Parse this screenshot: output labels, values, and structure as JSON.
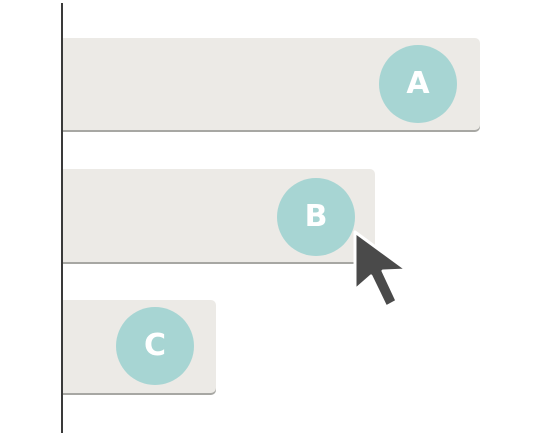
{
  "bars": [
    {
      "label": "A",
      "fill_fraction": 1.0
    },
    {
      "label": "B",
      "fill_fraction": 0.75
    },
    {
      "label": "C",
      "fill_fraction": 0.37
    }
  ],
  "colors": {
    "bar": "#eceae6",
    "badge": "#a7d5d3",
    "axis": "#3a3a3a",
    "cursor": "#4a4a4a"
  },
  "cursor": {
    "icon": "mouse-pointer-icon",
    "hovering": "B"
  }
}
